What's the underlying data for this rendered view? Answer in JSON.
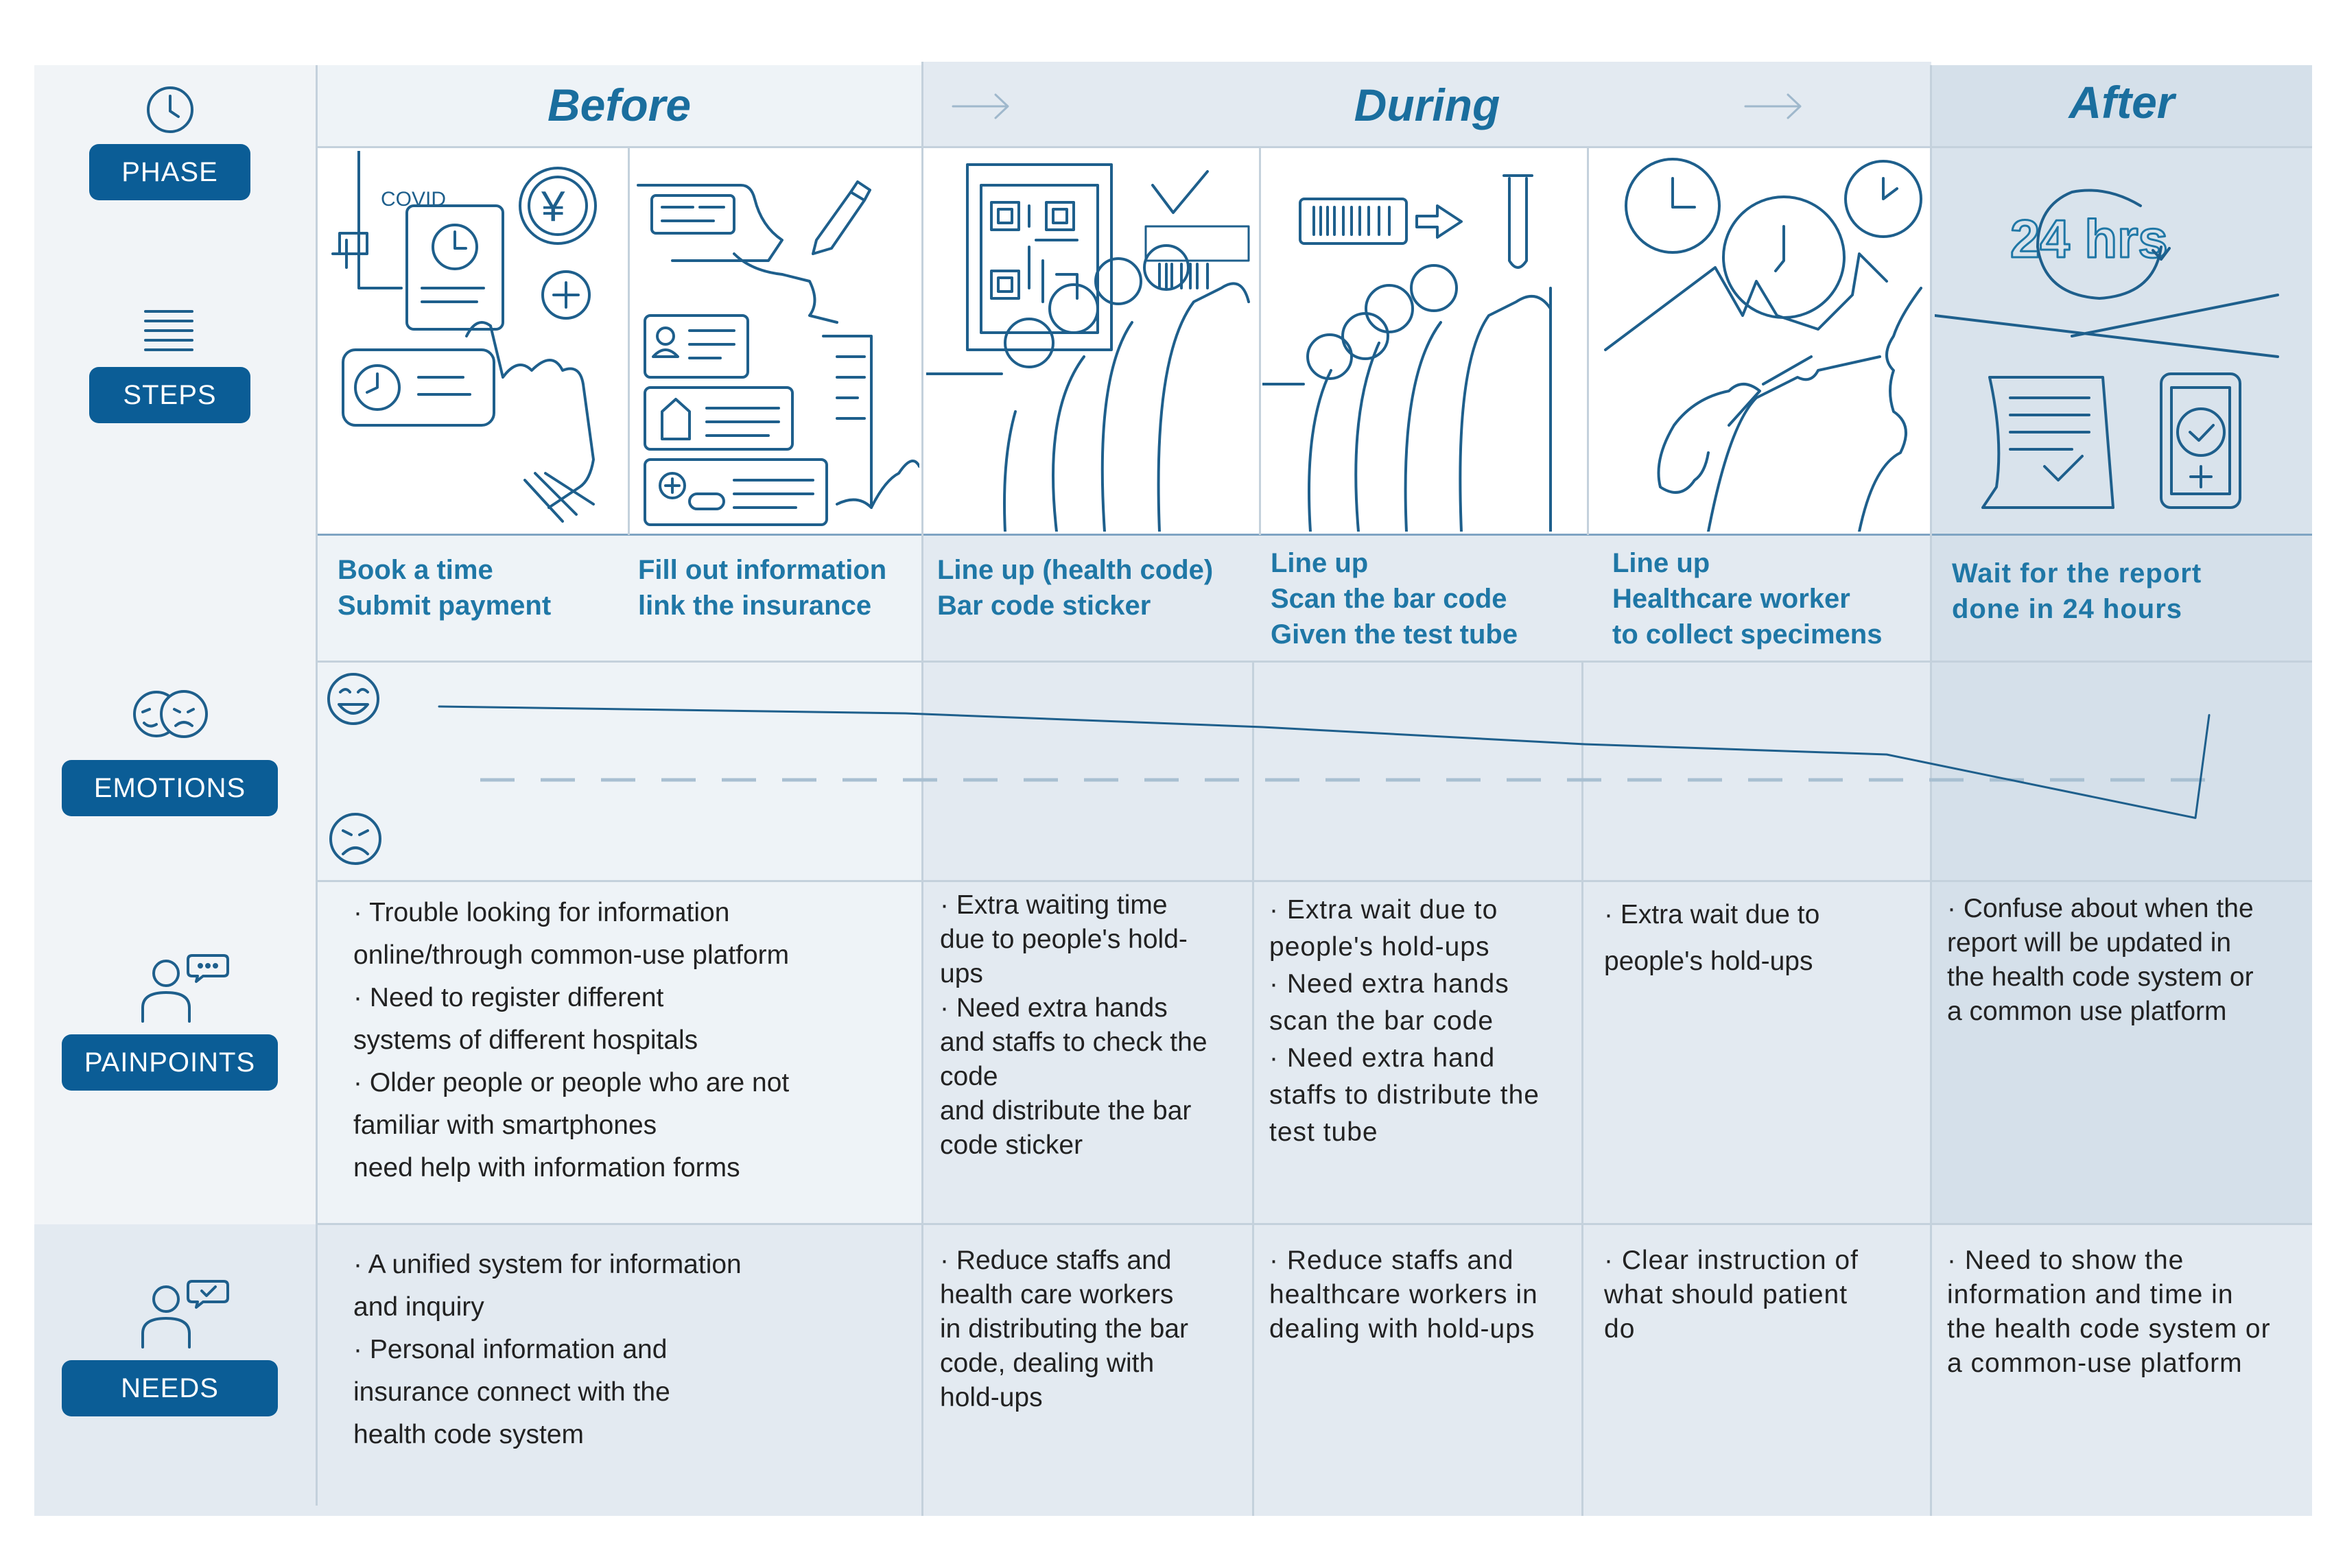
{
  "labels": {
    "phase": "PHASE",
    "steps": "STEPS",
    "emotions": "EMOTIONS",
    "painpoints": "PAINPOINTS",
    "needs": "NEEDS"
  },
  "phases": {
    "before": "Before",
    "during": "During",
    "after": "After"
  },
  "illustration_text": {
    "covid": "COVID",
    "yen": "¥",
    "hrs": "24 hrs"
  },
  "steps": [
    "Book a time\nSubmit payment",
    "Fill out information\nlink the insurance",
    "Line up  (health code)\nBar code sticker",
    "Line up\nScan the bar code\nGiven the test tube",
    "Line up\nHealthcare worker\nto collect specimens",
    "Wait  for  the  report\ndone in 24 hours"
  ],
  "emotions": {
    "happy_icon": "smile-face",
    "sad_icon": "sad-face",
    "curve": [
      0.9,
      0.86,
      0.78,
      0.68,
      0.62,
      0.25,
      0.85
    ]
  },
  "painpoints": [
    "· Trouble looking for information\n   online/through common-use platform\n· Need to register different\n   systems of different hospitals\n·  Older people or people who are not\nfamiliar with smartphones\n   need help with information forms",
    "· Extra waiting time\ndue  to people's hold-\nups\n· Need extra hands\nand staffs to check the\ncode\nand distribute the bar\ncode sticker",
    "·  Extra  wait  due  to\npeople's hold-ups\n·  Need  extra  hands\nscan the bar code\n·  Need  extra  hand\nstaffs to distribute the\ntest tube",
    "· Extra wait due to\n   people's hold-ups",
    "· Confuse about when the\nreport will be updated in\nthe health code system or\na common use platform"
  ],
  "needs": [
    "· A unified system for information\n  and inquiry\n· Personal information and\n   insurance  connect with the\n   health code system",
    "· Reduce staffs and\nhealth care workers\nin distributing the bar\ncode, dealing with\nhold-ups",
    "·  Reduce  staffs  and\nhealthcare  workers  in\ndealing with hold-ups",
    "·  Clear  instruction  of\nwhat  should  patient\ndo",
    "·  Need  to  show  the\ninformation and time in\nthe health code system or\na common-use platform"
  ],
  "colors": {
    "accent": "#1f77a6",
    "pill": "#0b5d96",
    "line": "#1e5f8c",
    "before_bg": "#eef3f7",
    "during_bg": "#e3eaf1",
    "after_bg": "#d5e0ea"
  }
}
